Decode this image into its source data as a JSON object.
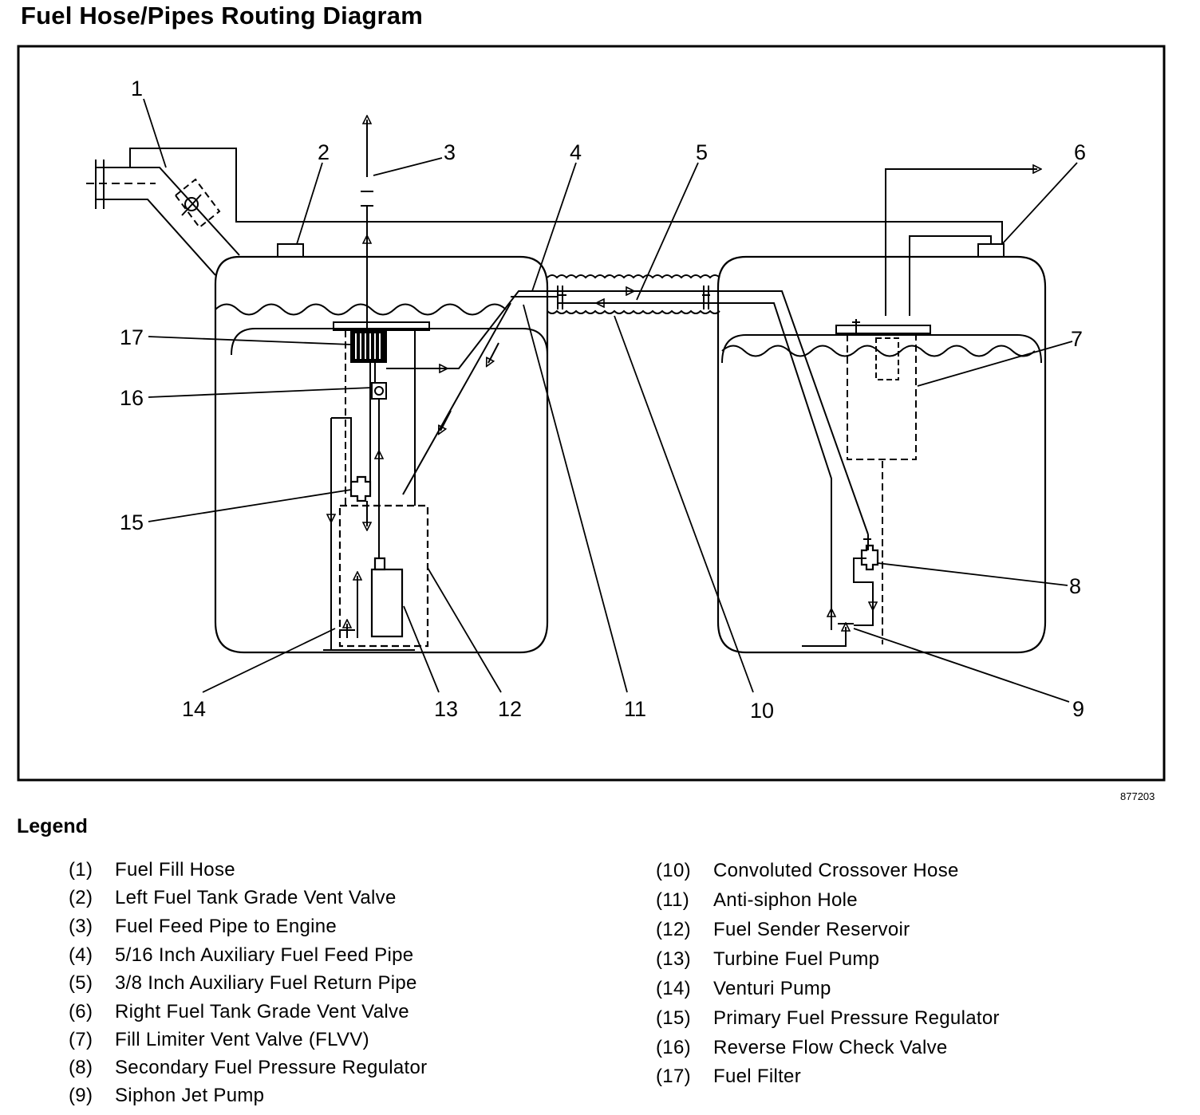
{
  "title": "Fuel Hose/Pipes Routing Diagram",
  "figure_id": "877203",
  "callouts": [
    "1",
    "2",
    "3",
    "4",
    "5",
    "6",
    "7",
    "8",
    "9",
    "10",
    "11",
    "12",
    "13",
    "14",
    "15",
    "16",
    "17"
  ],
  "legend": {
    "heading": "Legend",
    "items": [
      {
        "num": "(1)",
        "label": "Fuel Fill Hose"
      },
      {
        "num": "(2)",
        "label": "Left Fuel Tank Grade Vent Valve"
      },
      {
        "num": "(3)",
        "label": "Fuel Feed Pipe to Engine"
      },
      {
        "num": "(4)",
        "label": "5/16 Inch Auxiliary Fuel Feed Pipe"
      },
      {
        "num": "(5)",
        "label": "3/8 Inch Auxiliary Fuel Return Pipe"
      },
      {
        "num": "(6)",
        "label": "Right Fuel Tank Grade Vent Valve"
      },
      {
        "num": "(7)",
        "label": "Fill Limiter Vent Valve (FLVV)"
      },
      {
        "num": "(8)",
        "label": "Secondary Fuel Pressure Regulator"
      },
      {
        "num": "(9)",
        "label": "Siphon Jet Pump"
      },
      {
        "num": "(10)",
        "label": "Convoluted Crossover Hose"
      },
      {
        "num": "(11)",
        "label": "Anti-siphon Hole"
      },
      {
        "num": "(12)",
        "label": "Fuel Sender Reservoir"
      },
      {
        "num": "(13)",
        "label": "Turbine Fuel Pump"
      },
      {
        "num": "(14)",
        "label": "Venturi Pump"
      },
      {
        "num": "(15)",
        "label": "Primary Fuel Pressure Regulator"
      },
      {
        "num": "(16)",
        "label": "Reverse Flow Check Valve"
      },
      {
        "num": "(17)",
        "label": "Fuel Filter"
      }
    ]
  }
}
